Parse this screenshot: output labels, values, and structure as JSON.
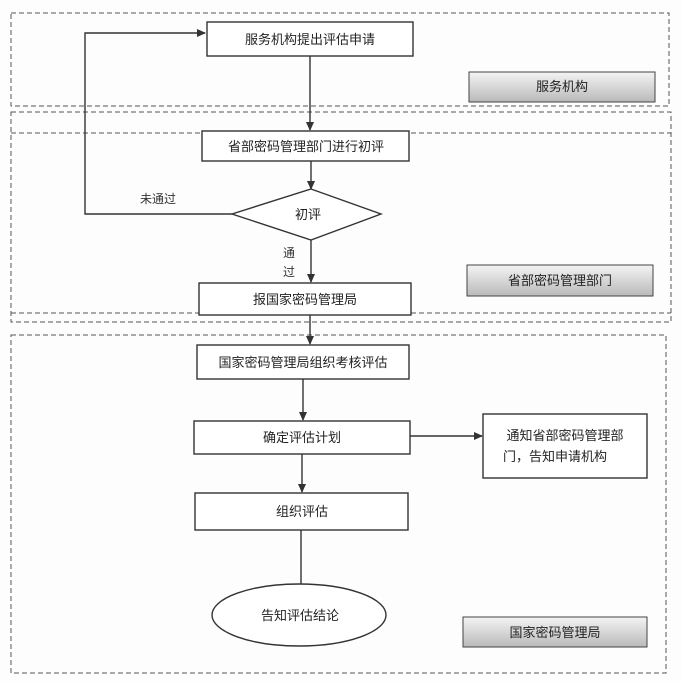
{
  "lanes": {
    "service_org": "服务机构",
    "provincial_dept": "省部密码管理部门",
    "national_bureau": "国家密码管理局"
  },
  "nodes": {
    "apply": "服务机构提出评估申请",
    "initial_review_dept": "省部密码管理部门进行初评",
    "initial_review_decision": "初评",
    "report_national": "报国家密码管理局",
    "national_organize": "国家密码管理局组织考核评估",
    "determine_plan": "确定评估计划",
    "notify_line1": "通知省部密码管理部",
    "notify_line2": "门，告知申请机构",
    "organize_eval": "组织评估",
    "notify_conclusion": "告知评估结论"
  },
  "edges": {
    "not_passed": "未通过",
    "passed_char1": "通",
    "passed_char2": "过"
  },
  "colors": {
    "line": "#333333",
    "lane_label_bg_start": "#f2f2f2",
    "lane_label_bg_end": "#bcbcbc",
    "dash": "#555555"
  }
}
